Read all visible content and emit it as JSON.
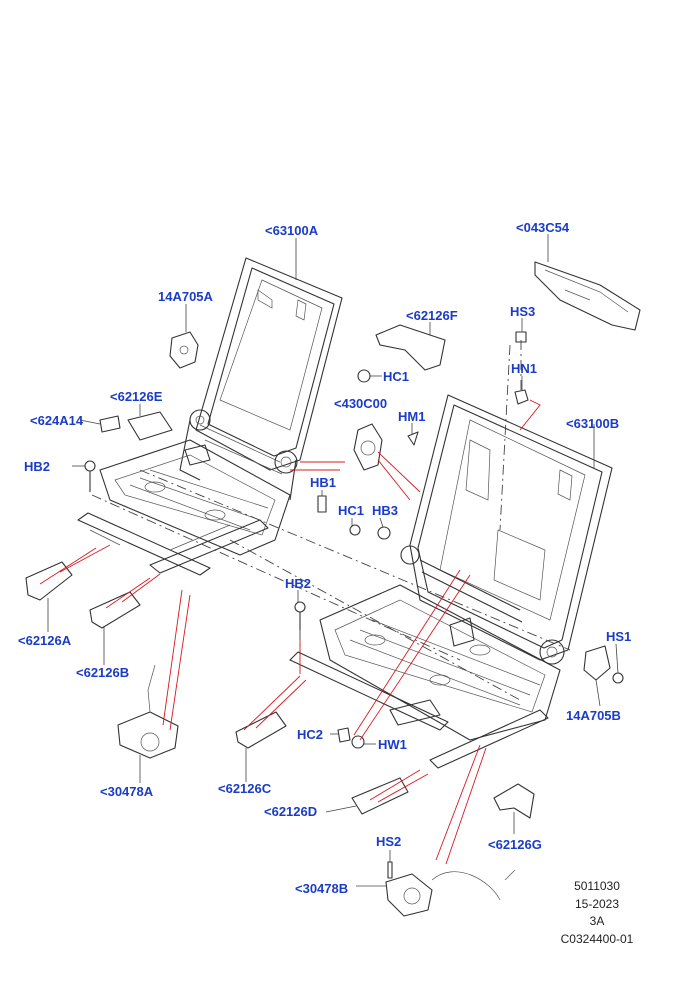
{
  "labels": {
    "p63100A": "<63100A",
    "p043C54": "<043C54",
    "p14A705A": "14A705A",
    "p62126F": "<62126F",
    "hs3": "HS3",
    "hc1_top": "HC1",
    "hn1": "HN1",
    "p62126E": "<62126E",
    "p430C00": "<430C00",
    "hm1": "HM1",
    "p624A14": "<624A14",
    "p63100B": "<63100B",
    "hb2_left": "HB2",
    "hb1": "HB1",
    "hc1_mid": "HC1",
    "hb3": "HB3",
    "hb2_mid": "HB2",
    "hs1": "HS1",
    "p62126A": "<62126A",
    "p62126B": "<62126B",
    "p14A705B": "14A705B",
    "hc2": "HC2",
    "hw1": "HW1",
    "p30478A": "<30478A",
    "p62126C": "<62126C",
    "p62126D": "<62126D",
    "p62126G": "<62126G",
    "hs2": "HS2",
    "p30478B": "<30478B"
  },
  "reference": {
    "line1": "5011030",
    "line2": "15-2023",
    "line3": "3A",
    "line4": "C0324400-01"
  },
  "colors": {
    "label": "#1a3cc8",
    "red_leader": "#d8191f",
    "line": "#333333"
  }
}
